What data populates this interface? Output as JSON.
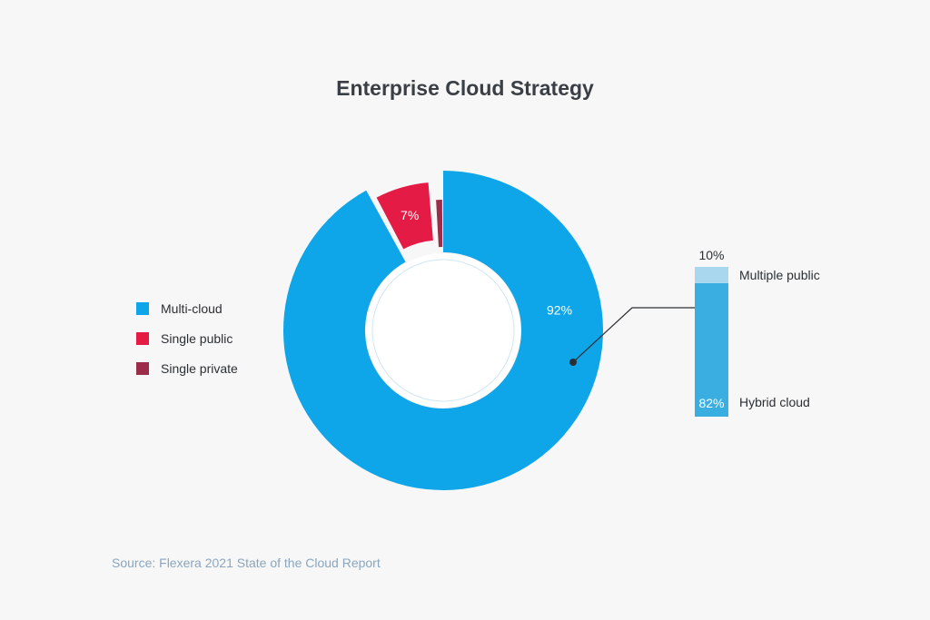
{
  "chart_data": [
    {
      "type": "pie",
      "title": "Enterprise Cloud Strategy",
      "categories": [
        "Multi-cloud",
        "Single public",
        "Single private"
      ],
      "values": [
        92,
        7,
        1
      ],
      "value_labels": [
        "92%",
        "7%",
        ""
      ],
      "colors": [
        "#0ea5e9",
        "#e31b45",
        "#9b2c4a"
      ],
      "legend_position": "left",
      "donut": true,
      "exploded": true
    },
    {
      "type": "bar",
      "stacked": true,
      "categories": [
        "Multi-cloud"
      ],
      "series": [
        {
          "name": "Hybrid cloud",
          "values": [
            82
          ],
          "label": "82%",
          "color": "#3aaee0"
        },
        {
          "name": "Multiple public",
          "values": [
            10
          ],
          "label": "10%",
          "color": "#a9d8ee"
        }
      ]
    }
  ],
  "source": "Source: Flexera 2021 State of the Cloud Report"
}
